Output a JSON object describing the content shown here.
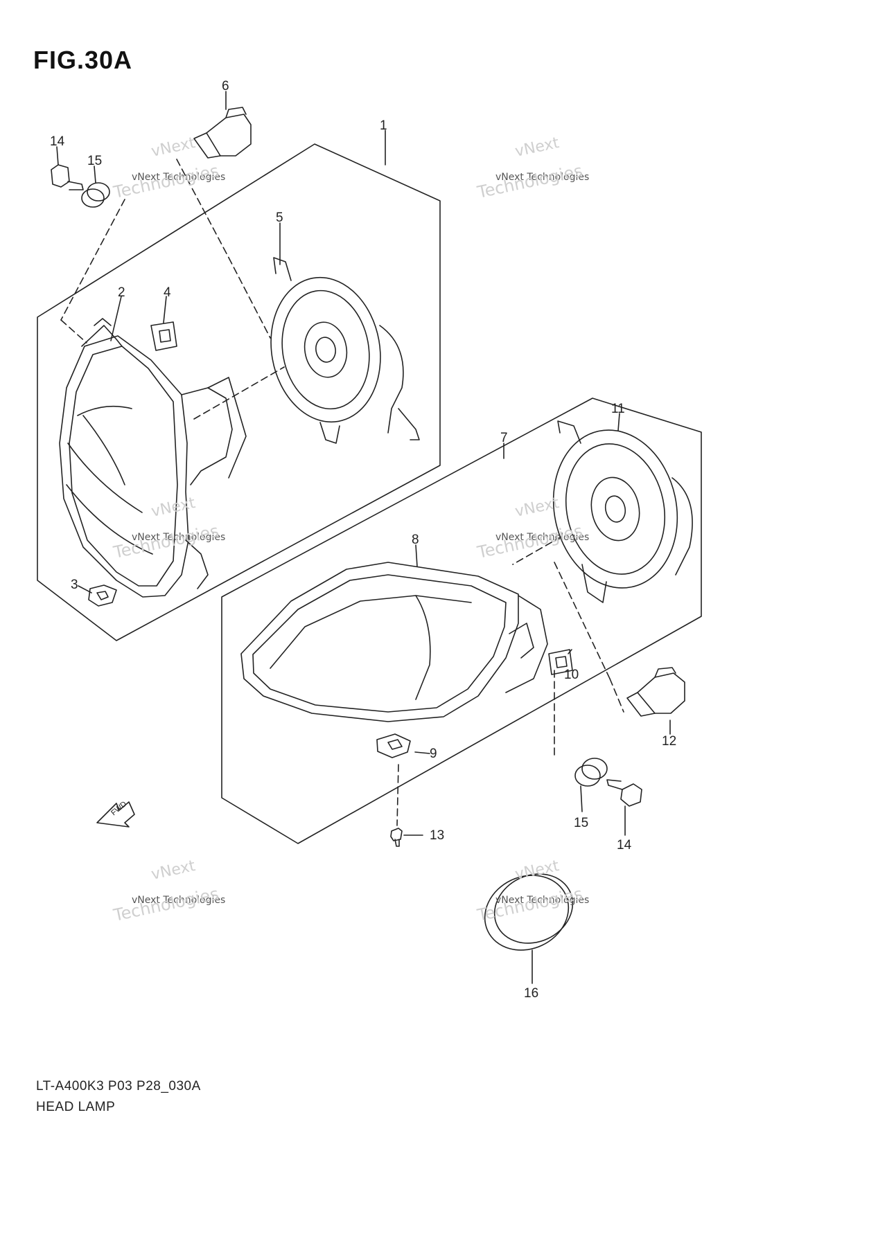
{
  "figure": {
    "title": "FIG.30A"
  },
  "callouts": {
    "c1": "1",
    "c2": "2",
    "c3": "3",
    "c4": "4",
    "c5": "5",
    "c6": "6",
    "c7": "7",
    "c8": "8",
    "c9": "9",
    "c10": "10",
    "c11": "11",
    "c12": "12",
    "c13": "13",
    "c14a": "14",
    "c14b": "14",
    "c15a": "15",
    "c15b": "15",
    "c16": "16"
  },
  "fwd_label": "FWD",
  "watermark": {
    "line1": "vNext",
    "line2": "vNext Technologies",
    "line3": "Technologies"
  },
  "caption": {
    "code": "LT-A400K3 P03 P28_030A",
    "name": "HEAD LAMP"
  },
  "colors": {
    "line": "#222222",
    "watermark": "#cfcfcf"
  }
}
